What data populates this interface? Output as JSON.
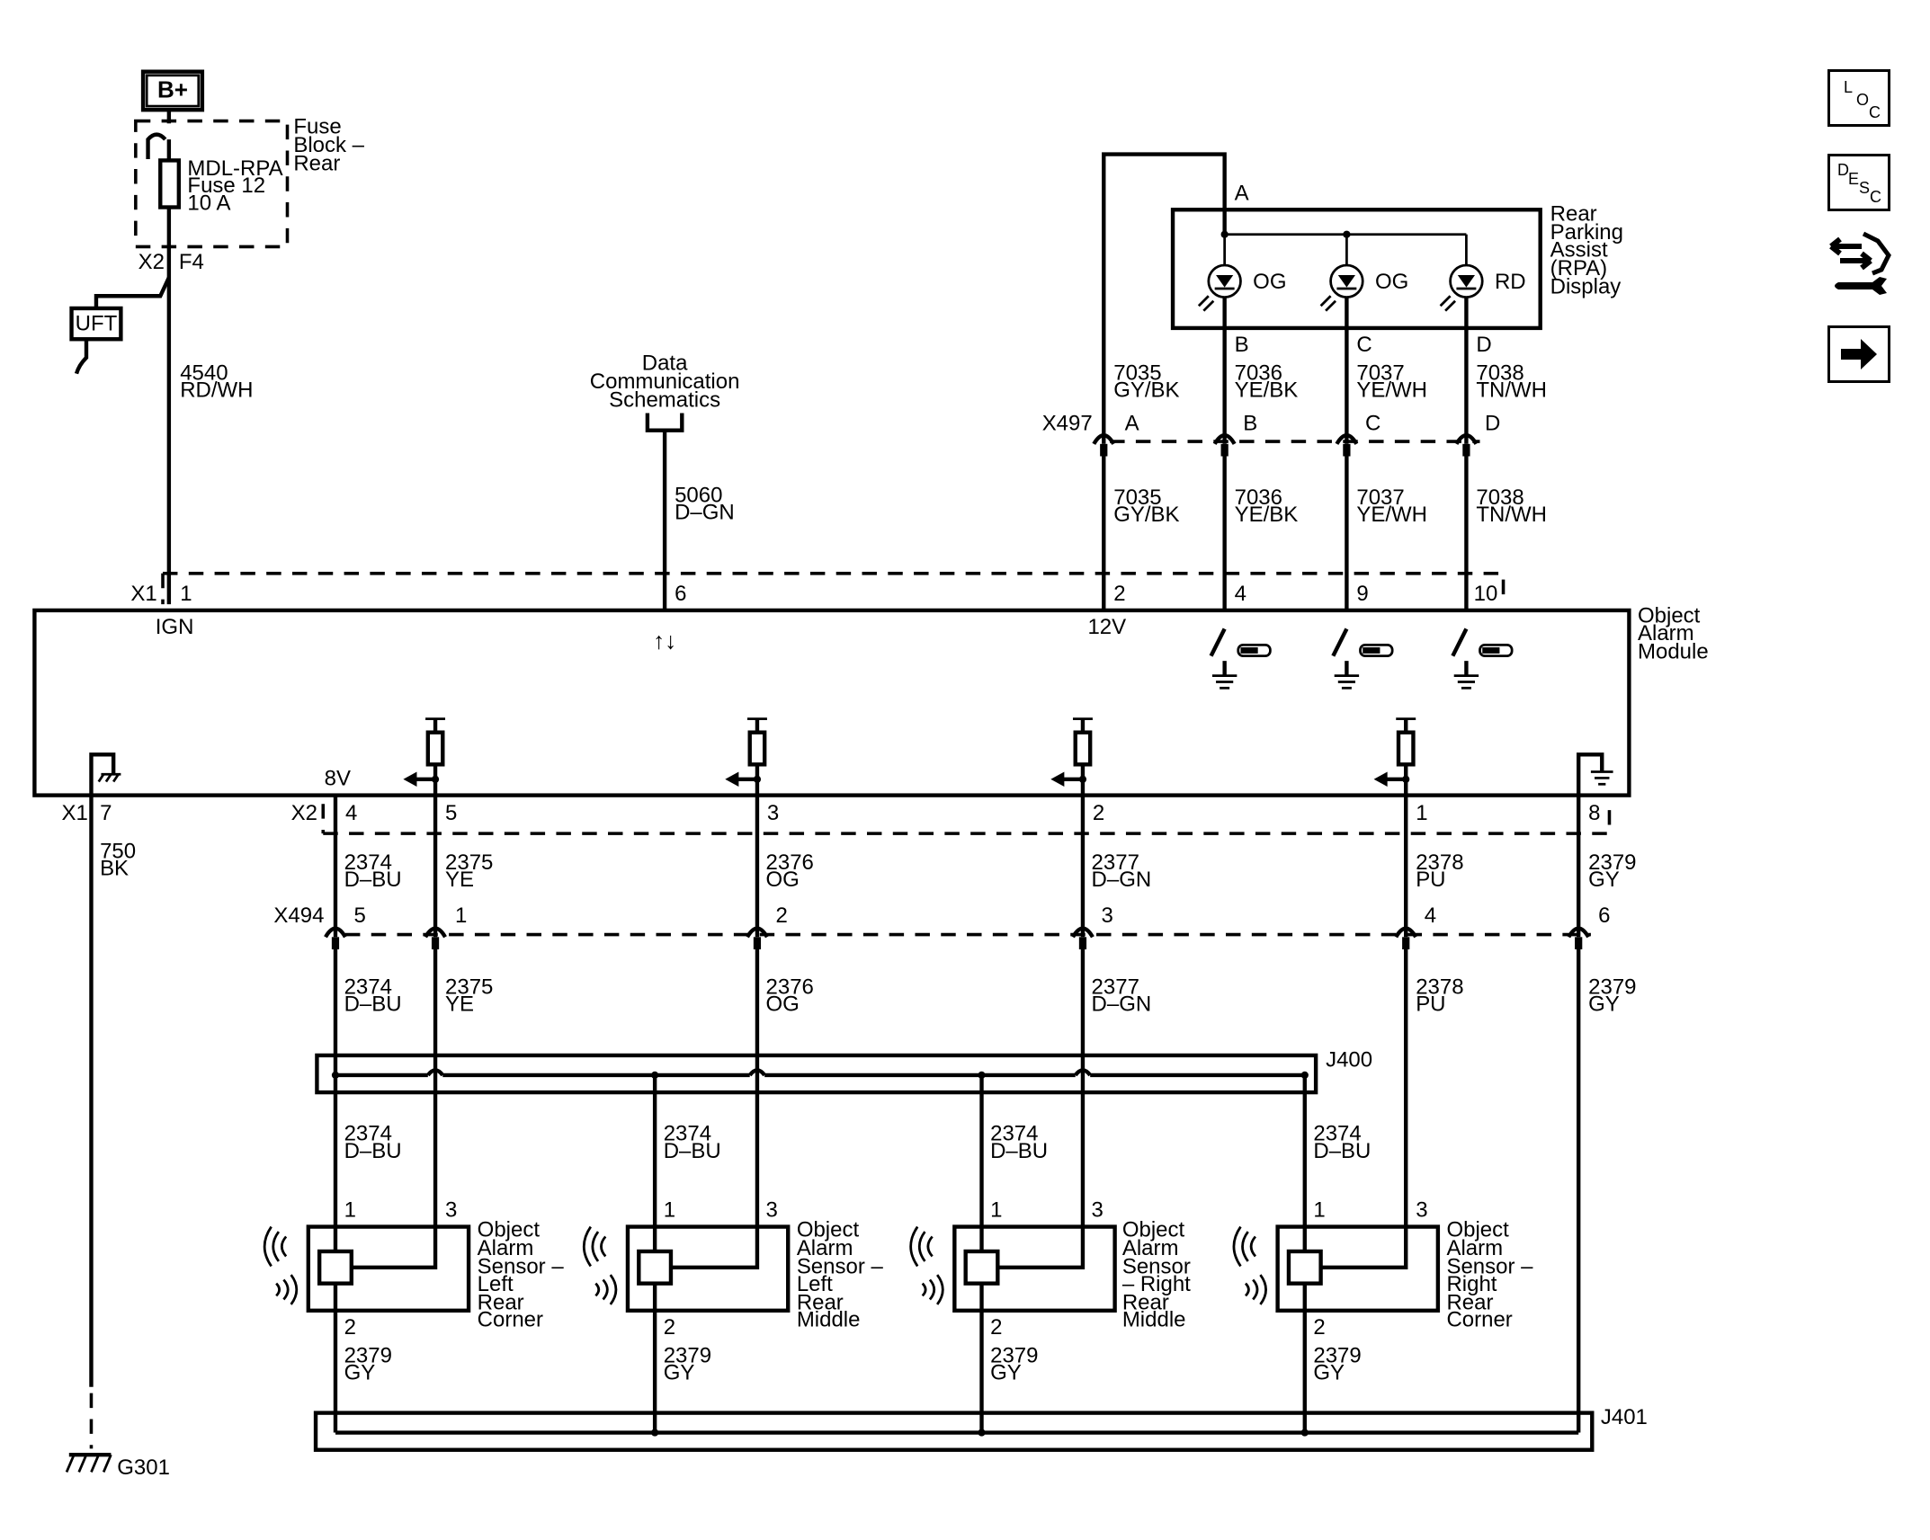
{
  "power": {
    "source": "B+"
  },
  "fuse_block": {
    "name": [
      "Fuse",
      "Block –",
      "Rear"
    ],
    "fuse": [
      "MDL-RPA",
      "Fuse 12",
      "10 A"
    ],
    "connector": "X2",
    "pin": "F4"
  },
  "uft": "UFT",
  "wires": {
    "w4540": [
      "4540",
      "RD/WH"
    ],
    "w5060": [
      "5060",
      "D–GN"
    ],
    "w7035": [
      "7035",
      "GY/BK"
    ],
    "w7036": [
      "7036",
      "YE/BK"
    ],
    "w7037": [
      "7037",
      "YE/WH"
    ],
    "w7038": [
      "7038",
      "TN/WH"
    ],
    "w750": [
      "750",
      "BK"
    ],
    "w2374": [
      "2374",
      "D–BU"
    ],
    "w2375": [
      "2375",
      "YE"
    ],
    "w2376": [
      "2376",
      "OG"
    ],
    "w2377": [
      "2377",
      "D–GN"
    ],
    "w2378": [
      "2378",
      "PU"
    ],
    "w2379": [
      "2379",
      "GY"
    ]
  },
  "data_comm": [
    "Data",
    "Communication",
    "Schematics"
  ],
  "rpa_display": {
    "name": [
      "Rear",
      "Parking",
      "Assist",
      "(RPA)",
      "Display"
    ],
    "leds": [
      "OG",
      "OG",
      "RD"
    ],
    "pins": [
      "A",
      "B",
      "C",
      "D"
    ]
  },
  "x497": {
    "name": "X497",
    "pins": [
      "A",
      "B",
      "C",
      "D"
    ]
  },
  "module": {
    "name": [
      "Object",
      "Alarm",
      "Module"
    ],
    "x1": "X1",
    "x1_pins": [
      "1",
      "6",
      "2",
      "4",
      "9",
      "10"
    ],
    "x1_pin7": "7",
    "x2": "X2",
    "x2_pins": [
      "4",
      "5",
      "3",
      "2",
      "1",
      "8"
    ],
    "ign": "IGN",
    "v12": "12V",
    "v8": "8V",
    "data_arrows": "↑↓"
  },
  "x494": {
    "name": "X494",
    "pins": [
      "5",
      "1",
      "2",
      "3",
      "4",
      "6"
    ]
  },
  "j400": "J400",
  "j401": "J401",
  "ground": "G301",
  "sensors": [
    {
      "name": [
        "Object",
        "Alarm",
        "Sensor –",
        "Left",
        "Rear",
        "Corner"
      ],
      "pins": [
        "1",
        "3",
        "2"
      ]
    },
    {
      "name": [
        "Object",
        "Alarm",
        "Sensor –",
        "Left",
        "Rear",
        "Middle"
      ],
      "pins": [
        "1",
        "3",
        "2"
      ]
    },
    {
      "name": [
        "Object",
        "Alarm",
        "Sensor",
        "– Right",
        "Rear",
        "Middle"
      ],
      "pins": [
        "1",
        "3",
        "2"
      ]
    },
    {
      "name": [
        "Object",
        "Alarm",
        "Sensor –",
        "Right",
        "Rear",
        "Corner"
      ],
      "pins": [
        "1",
        "3",
        "2"
      ]
    }
  ],
  "nav": {
    "loc": [
      "L",
      "O",
      "C"
    ],
    "desc": [
      "D",
      "E",
      "S",
      "C"
    ]
  }
}
